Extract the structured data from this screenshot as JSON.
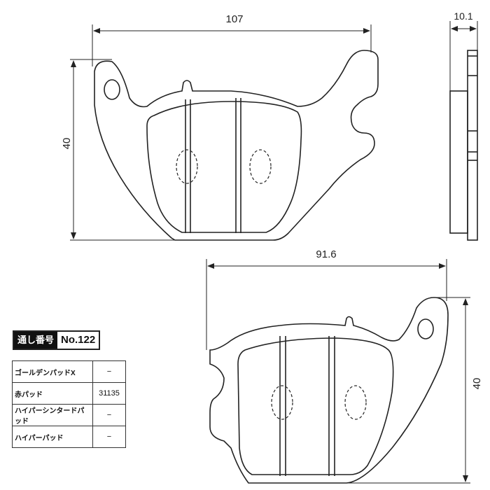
{
  "dimensions": {
    "top_width": "107",
    "top_height": "40",
    "thickness": "10.1",
    "bottom_width": "91.6",
    "bottom_height": "40"
  },
  "serial": {
    "label": "通し番号",
    "value": "No.122"
  },
  "table": [
    {
      "name": "ゴールデンパッドX",
      "value": "−"
    },
    {
      "name": "赤パッド",
      "value": "31135"
    },
    {
      "name": "ハイパーシンタードパッド",
      "value": "−"
    },
    {
      "name": "ハイパーパッド",
      "value": "−"
    }
  ]
}
